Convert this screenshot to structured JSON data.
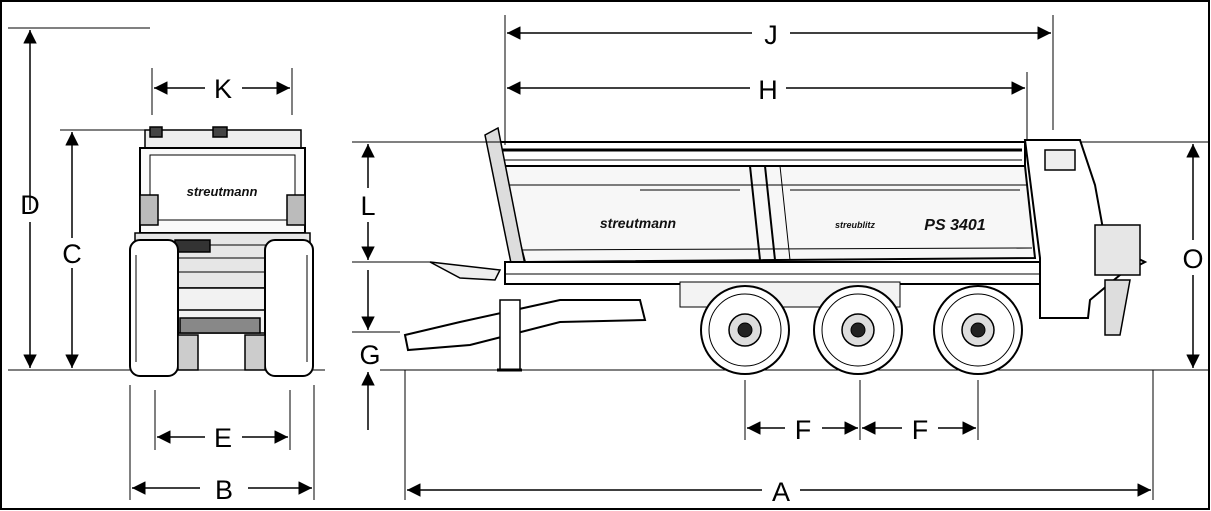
{
  "dimension_labels": {
    "A": "A",
    "B": "B",
    "C": "C",
    "D": "D",
    "E": "E",
    "F1": "F",
    "F2": "F",
    "G": "G",
    "H": "H",
    "J": "J",
    "K": "K",
    "L": "L",
    "O": "O"
  },
  "branding": {
    "rear_logo": "streutmann",
    "side_logo": "streutmann",
    "side_badge": "streublitz",
    "model_badge": "PS 3401"
  }
}
